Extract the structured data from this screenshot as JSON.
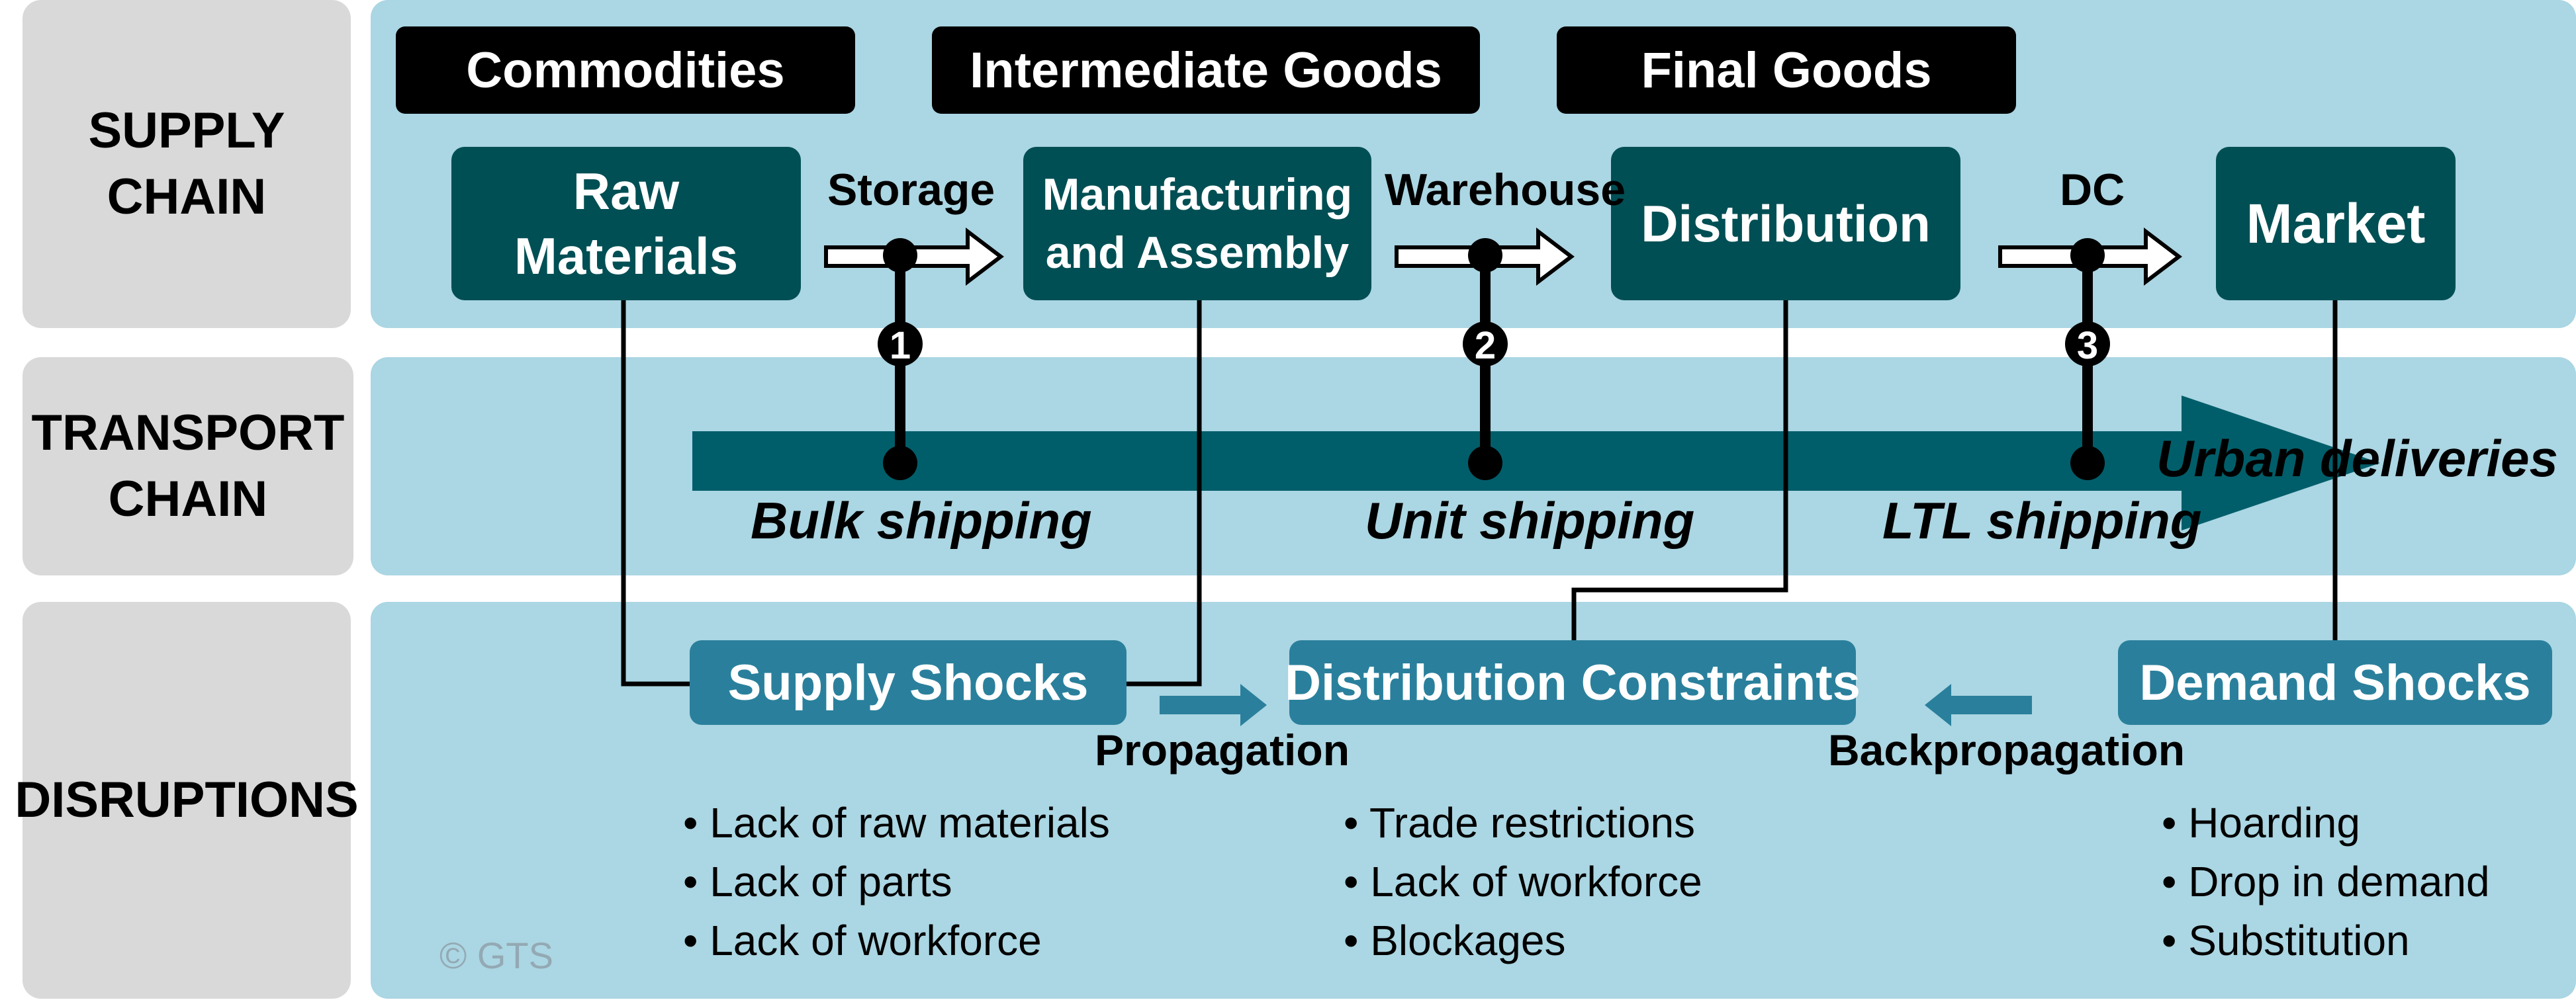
{
  "rows": {
    "supply_chain": "SUPPLY\nCHAIN",
    "transport_chain": "TRANSPORT\nCHAIN",
    "disruptions": "DISRUPTIONS"
  },
  "categories": [
    "Commodities",
    "Intermediate Goods",
    "Final Goods"
  ],
  "nodes": {
    "raw_materials": "Raw\nMaterials",
    "manufacturing": "Manufacturing\nand Assembly",
    "distribution": "Distribution",
    "market": "Market"
  },
  "stages": {
    "storage": "Storage",
    "warehouse": "Warehouse",
    "dc": "DC"
  },
  "markers": [
    "1",
    "2",
    "3"
  ],
  "shipping": {
    "bulk": "Bulk shipping",
    "unit": "Unit shipping",
    "ltl": "LTL shipping",
    "urban": "Urban deliveries"
  },
  "disruptions": {
    "supply": {
      "title": "Supply Shocks",
      "items": [
        "Lack of raw materials",
        "Lack of parts",
        "Lack of workforce"
      ]
    },
    "distribution": {
      "title": "Distribution Constraints",
      "items": [
        "Trade restrictions",
        "Lack of workforce",
        "Blockages"
      ]
    },
    "demand": {
      "title": "Demand Shocks",
      "items": [
        "Hoarding",
        "Drop in demand",
        "Substitution"
      ]
    }
  },
  "flows": {
    "propagation": "Propagation",
    "backpropagation": "Backpropagation"
  },
  "copyright": "© GTS",
  "colors": {
    "band": "#abd6e3",
    "side_label": "#d9d9d9",
    "node": "#004f54",
    "disruption_box": "#2a809c",
    "transport_arrow": "#005e6a"
  }
}
